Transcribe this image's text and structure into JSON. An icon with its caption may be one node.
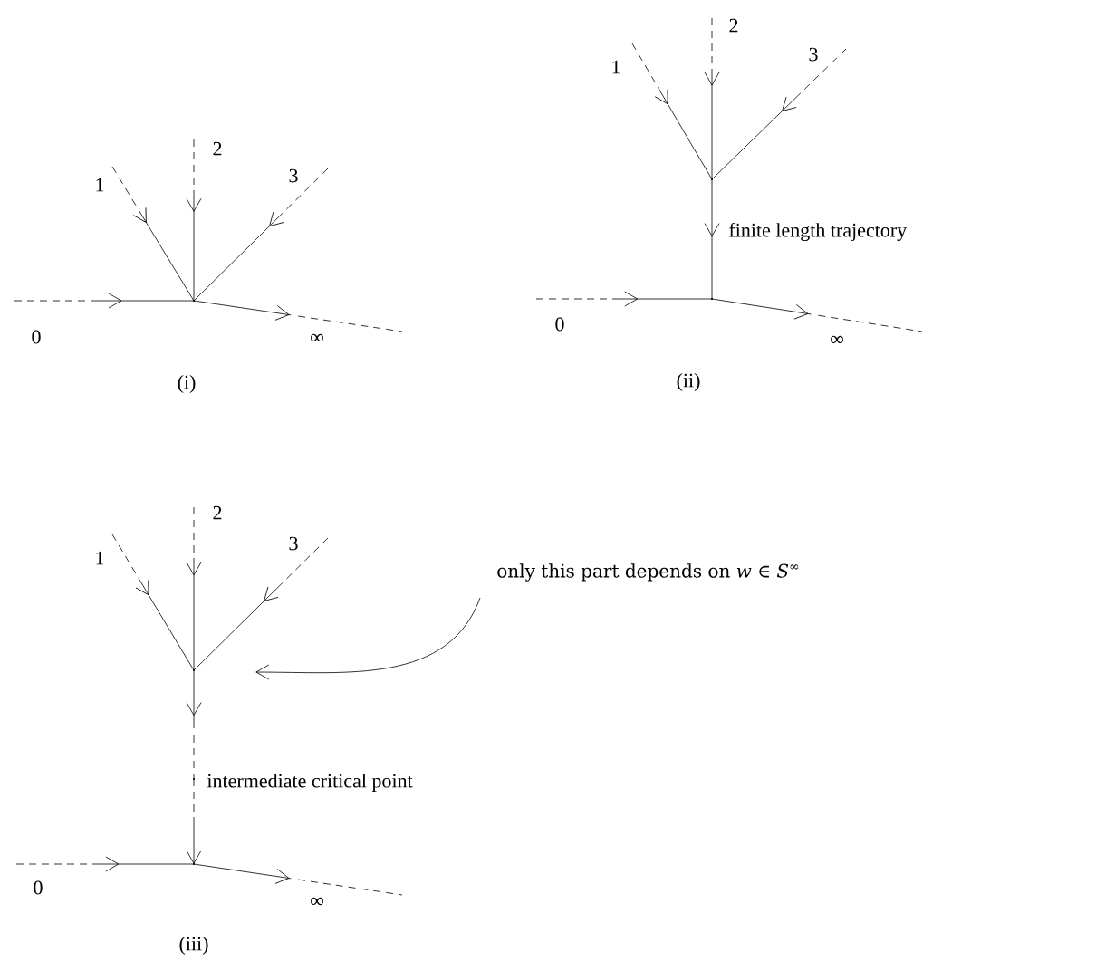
{
  "diagram": {
    "nodes": [
      {
        "text": [
          "1"
        ]
      },
      {
        "text": [
          "2"
        ]
      },
      {
        "text": [
          "3"
        ]
      },
      {
        "text": [
          "0"
        ]
      },
      {
        "text": [
          "∞"
        ]
      },
      {
        "text": [],
        "shape": "point"
      },
      {
        "text": [
          "1"
        ]
      },
      {
        "text": [
          "2"
        ]
      },
      {
        "text": [
          "3"
        ]
      },
      {
        "text": [],
        "shape": "point"
      },
      {
        "text": [],
        "shape": "point"
      },
      {
        "text": [
          "0"
        ]
      },
      {
        "text": [
          "∞"
        ]
      },
      {
        "text": [
          "1"
        ]
      },
      {
        "text": [
          "2"
        ]
      },
      {
        "text": [
          "3"
        ]
      },
      {
        "text": [
          "only this part depends on *w* ∈ *S*$^{∞}$"
        ]
      },
      {
        "text": [],
        "shape": "point"
      },
      {
        "text": [],
        "shape": "point",
        "beside": [
          "intermediate critical point"
        ]
      },
      {
        "text": [],
        "shape": "point"
      },
      {
        "text": [
          "0"
        ]
      },
      {
        "text": [
          "∞"
        ]
      }
    ],
    "edges": [
      {
        "from": 0,
        "to": 5,
        "arrow": "to",
        "style": "dashed"
      },
      {
        "from": 1,
        "to": 5,
        "arrow": "to",
        "style": "dashed"
      },
      {
        "from": 2,
        "to": 5,
        "arrow": "to",
        "style": "dashed"
      },
      {
        "from": 3,
        "to": 5,
        "arrow": "to",
        "style": "dashed"
      },
      {
        "from": 5,
        "to": 4,
        "arrow": "to",
        "style": "dashed"
      },
      {
        "from": 6,
        "to": 9,
        "arrow": "to",
        "style": "dashed"
      },
      {
        "from": 7,
        "to": 9,
        "arrow": "to",
        "style": "dashed"
      },
      {
        "from": 8,
        "to": 9,
        "arrow": "to",
        "style": "dashed"
      },
      {
        "from": 9,
        "to": 10,
        "arrow": "to",
        "label": "finite length trajectory"
      },
      {
        "from": 11,
        "to": 10,
        "arrow": "to",
        "style": "dashed"
      },
      {
        "from": 10,
        "to": 12,
        "arrow": "to",
        "style": "dashed"
      },
      {
        "from": 13,
        "to": 17,
        "arrow": "to",
        "style": "dashed"
      },
      {
        "from": 14,
        "to": 17,
        "arrow": "to",
        "style": "dashed"
      },
      {
        "from": 15,
        "to": 17,
        "arrow": "to",
        "style": "dashed"
      },
      {
        "from": 17,
        "to": 18,
        "arrow": "to",
        "style": "dashed"
      },
      {
        "from": 18,
        "to": 19,
        "arrow": "to",
        "style": "dashed"
      },
      {
        "from": 20,
        "to": 19,
        "arrow": "to",
        "style": "dashed"
      },
      {
        "from": 19,
        "to": 21,
        "arrow": "to",
        "style": "dashed"
      },
      {
        "from": 16,
        "to": 17,
        "arrow": "to"
      }
    ],
    "labels": [
      "(i)",
      "(ii)",
      "(iii)"
    ]
  }
}
